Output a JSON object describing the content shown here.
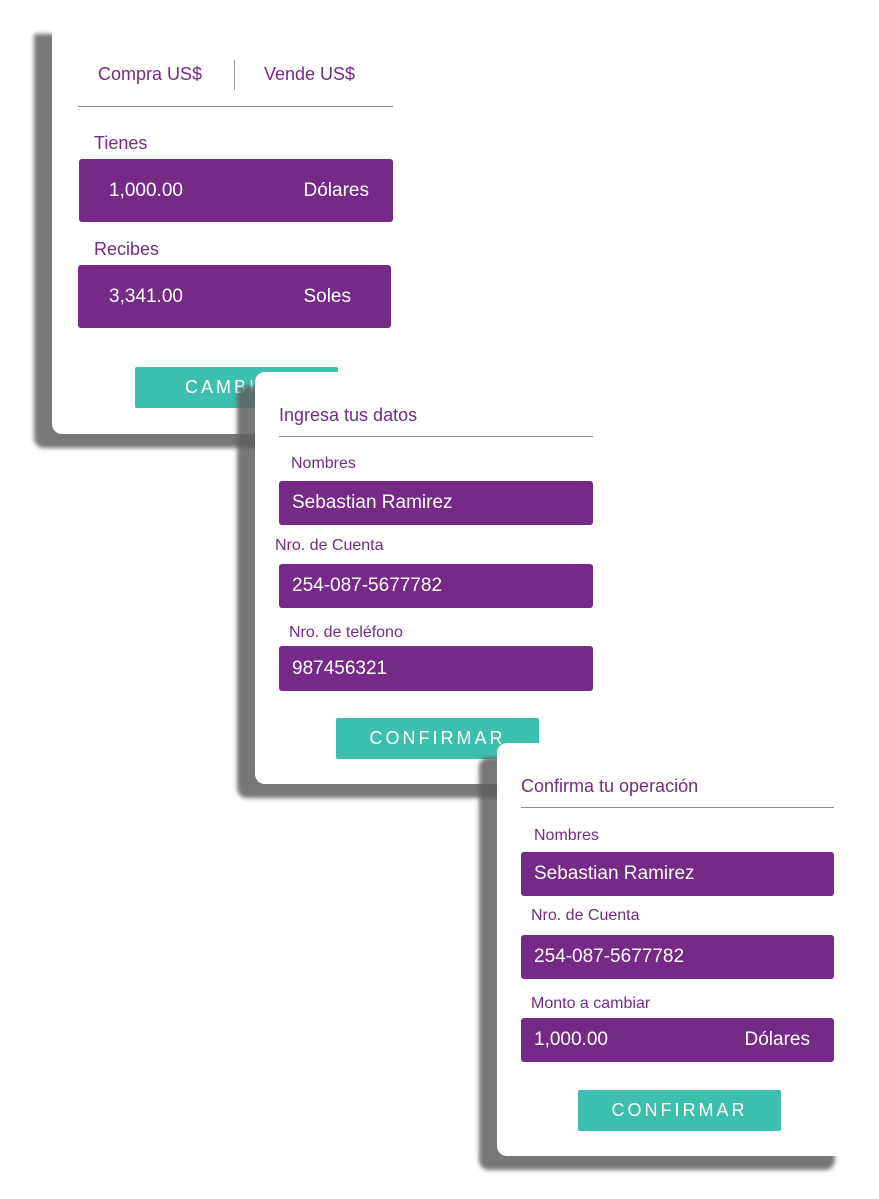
{
  "screen1": {
    "tabs": {
      "buy": "Compra US$",
      "sell": "Vende US$"
    },
    "have": {
      "label": "Tienes",
      "amount": "1,000.00",
      "currency": "Dólares"
    },
    "receive": {
      "label": "Recibes",
      "amount": "3,341.00",
      "currency": "Soles"
    },
    "button": "CAMBIAR"
  },
  "screen2": {
    "title": "Ingresa tus datos",
    "name": {
      "label": "Nombres",
      "value": "Sebastian Ramirez"
    },
    "account": {
      "label": "Nro. de Cuenta",
      "value": "254-087-5677782"
    },
    "phone": {
      "label": "Nro. de teléfono",
      "value": "987456321"
    },
    "button": "CONFIRMAR"
  },
  "screen3": {
    "title": "Confirma tu operación",
    "name": {
      "label": "Nombres",
      "value": "Sebastian Ramirez"
    },
    "account": {
      "label": "Nro. de Cuenta",
      "value": "254-087-5677782"
    },
    "amount": {
      "label": "Monto a cambiar",
      "value": "1,000.00",
      "currency": "Dólares"
    },
    "button": "CONFIRMAR"
  },
  "colors": {
    "primary": "#742a86",
    "accent": "#3dbfae"
  }
}
